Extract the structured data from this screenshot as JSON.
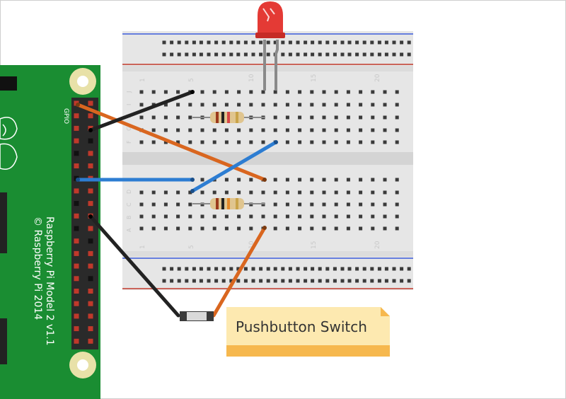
{
  "diagram": {
    "rpi": {
      "model_line": "Raspberry Pi Model 2 v1.1",
      "copyright_line": "© Raspberry Pi 2014",
      "gpio_label": "GPIO",
      "board_color": "#1a8d32",
      "pin_color": "#c0392b"
    },
    "breadboard": {
      "column_numbers": [
        "1",
        "5",
        "10",
        "15",
        "20"
      ],
      "row_letters_top": [
        "J",
        "I",
        "H",
        "G",
        "F"
      ],
      "row_letters_bottom": [
        "E",
        "D",
        "C",
        "B",
        "A"
      ],
      "rail_red": "#c0392b",
      "rail_blue": "#3b5bdb"
    },
    "components": {
      "led": "red-led",
      "resistor_1": "resistor-top",
      "resistor_2": "resistor-bottom",
      "switch": "pushbutton"
    },
    "wires": {
      "orange": "#d9661f",
      "black": "#222222",
      "blue": "#2d7dd2",
      "gray": "#8a8a8a"
    },
    "note": {
      "text": "Pushbutton Switch",
      "color": "#fde9b0"
    }
  }
}
